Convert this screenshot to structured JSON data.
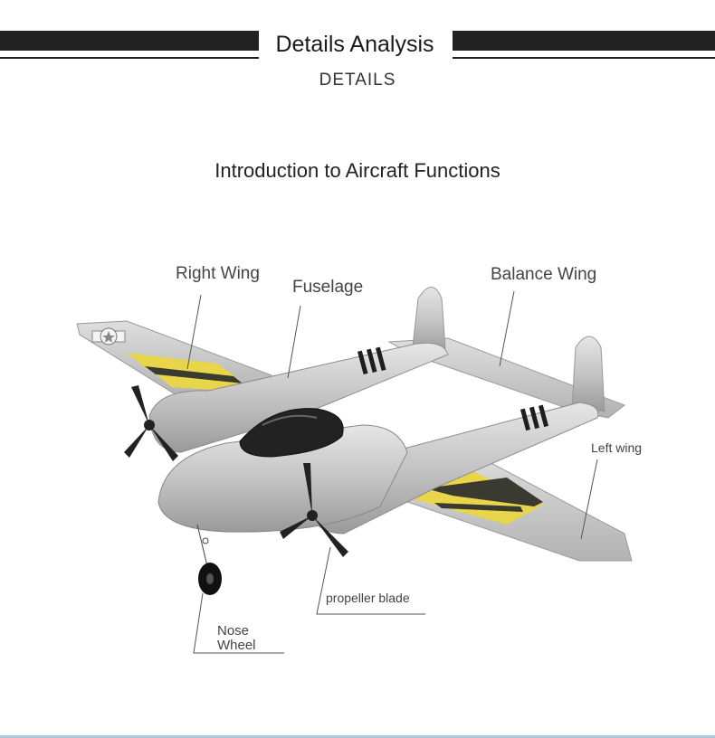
{
  "header": {
    "title": "Details Analysis",
    "subtitle": "DETAILS"
  },
  "intro_title": "Introduction to Aircraft Functions",
  "labels": {
    "right_wing": "Right Wing",
    "fuselage": "Fuselage",
    "balance_wing": "Balance Wing",
    "left_wing": "Left wing",
    "propeller_blade": "propeller blade",
    "nose_wheel_line1": "Nose",
    "nose_wheel_line2": "Wheel"
  },
  "colors": {
    "accent_bar": "#222222",
    "plane_body": "#c9c9c9",
    "wing_stripe_yellow": "#e9d54a",
    "wing_stripe_dark": "#3a3a30"
  }
}
